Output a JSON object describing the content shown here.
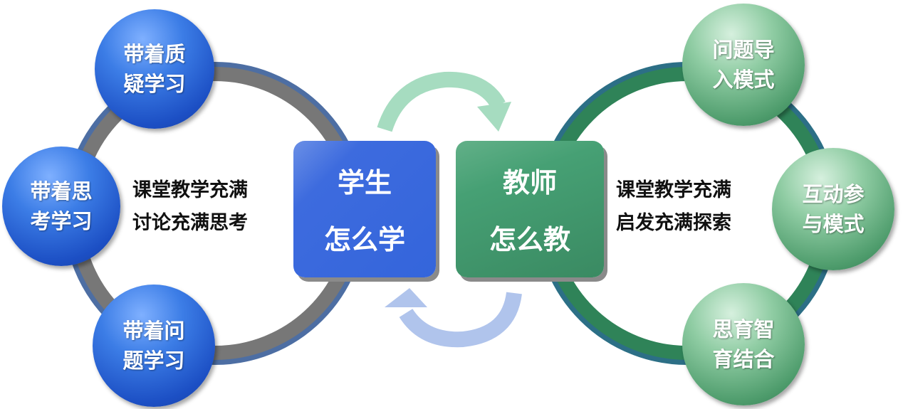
{
  "left": {
    "nodes": [
      {
        "line1": "带着质",
        "line2": "疑学习"
      },
      {
        "line1": "带着思",
        "line2": "考学习"
      },
      {
        "line1": "带着问",
        "line2": "题学习"
      }
    ],
    "center_text": {
      "line1": "课堂教学充满",
      "line2": "讨论充满思考"
    },
    "box": {
      "line1": "学生",
      "line2": "怎么学"
    }
  },
  "right": {
    "nodes": [
      {
        "line1": "问题导",
        "line2": "入模式"
      },
      {
        "line1": "互动参",
        "line2": "与模式"
      },
      {
        "line1": "思育智",
        "line2": "育结合"
      }
    ],
    "center_text": {
      "line1": "课堂教学充满",
      "line2": "启发充满探索"
    },
    "box": {
      "line1": "教师",
      "line2": "怎么教"
    }
  },
  "colors": {
    "blue": "#3465db",
    "green": "#46a074",
    "ring_left": "#7a7a7a",
    "ring_right": "#2f8358"
  }
}
